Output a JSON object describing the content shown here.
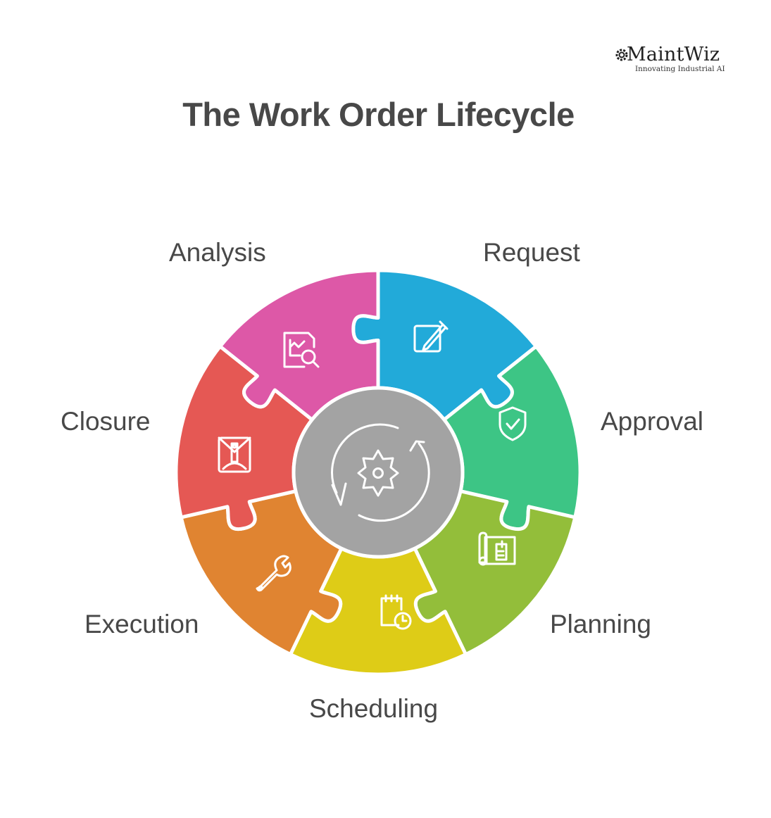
{
  "logo": {
    "name": "MaintWiz",
    "tagline": "Innovating Industrial AI"
  },
  "title": "The Work Order Lifecycle",
  "center": {
    "icon": "gear-cycle-icon",
    "color": "#A3A3A3"
  },
  "stages": [
    {
      "label": "Request",
      "icon": "edit-pen-icon",
      "color": "#22AAD9"
    },
    {
      "label": "Approval",
      "icon": "shield-check-icon",
      "color": "#3DC585"
    },
    {
      "label": "Planning",
      "icon": "blueprint-icon",
      "color": "#93BE3A"
    },
    {
      "label": "Scheduling",
      "icon": "calendar-clock-icon",
      "color": "#DECC17"
    },
    {
      "label": "Execution",
      "icon": "wrench-icon",
      "color": "#E08431"
    },
    {
      "label": "Closure",
      "icon": "envelope-closed-icon",
      "color": "#E55854"
    },
    {
      "label": "Analysis",
      "icon": "report-search-icon",
      "color": "#DD58A7"
    }
  ]
}
